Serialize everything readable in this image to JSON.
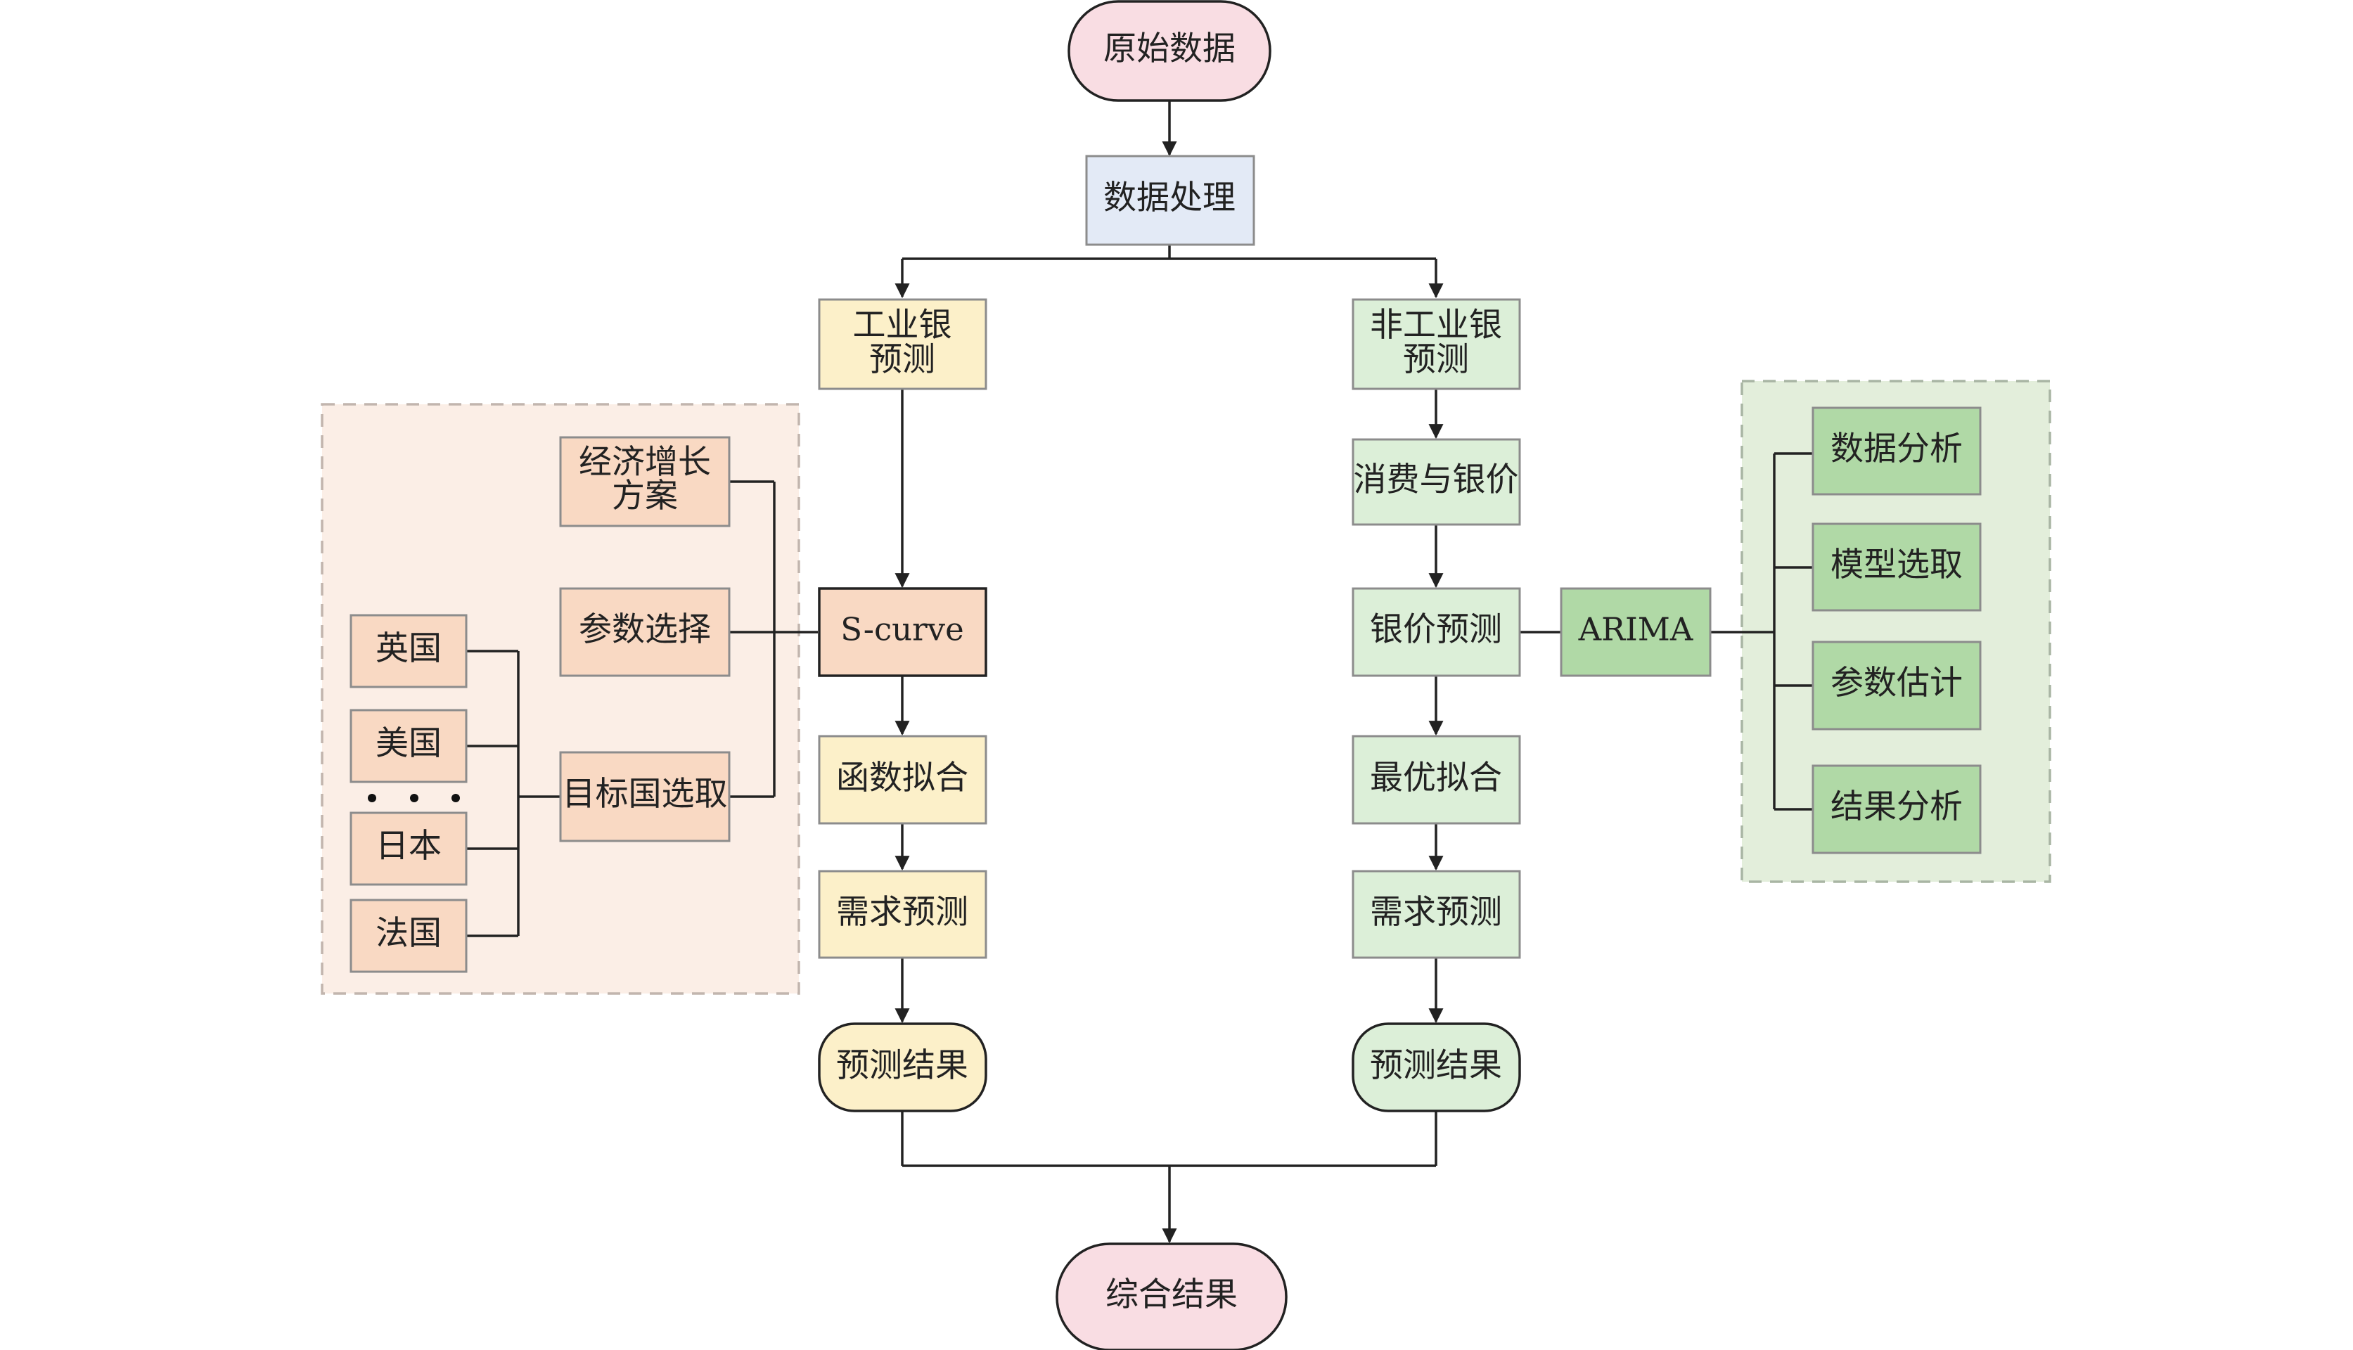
{
  "start": "原始数据",
  "processing": "数据处理",
  "industrial": {
    "title": [
      "工业银",
      "预测"
    ],
    "model": "S-curve",
    "fit": "函数拟合",
    "demand": "需求预测",
    "result": "预测结果",
    "params": {
      "economic": [
        "经济增长",
        "方案"
      ],
      "param_select": "参数选择",
      "target_country": "目标国选取",
      "countries": [
        "英国",
        "美国",
        "日本",
        "法国"
      ],
      "ellipsis": "• • •"
    }
  },
  "nonindustrial": {
    "title": [
      "非工业银",
      "预测"
    ],
    "consumption": "消费与银价",
    "price_forecast": "银价预测",
    "model": "ARIMA",
    "fit": "最优拟合",
    "demand": "需求预测",
    "result": "预测结果",
    "steps": [
      "数据分析",
      "模型选取",
      "参数估计",
      "结果分析"
    ]
  },
  "end": "综合结果",
  "colors": {
    "terminal_fill": "#f9dde3",
    "processing_fill": "#e3eaf6",
    "industrial_fill": "#fcf0c9",
    "nonindustrial_fill": "#dcefd8",
    "scurve_fill": "#f9d9c3",
    "left_group_fill": "#fbeee6",
    "left_box_fill": "#f9d9c3",
    "right_group_fill": "#e3eedb",
    "right_box_fill": "#b0d9a6",
    "arima_fill": "#b0d9a6"
  }
}
